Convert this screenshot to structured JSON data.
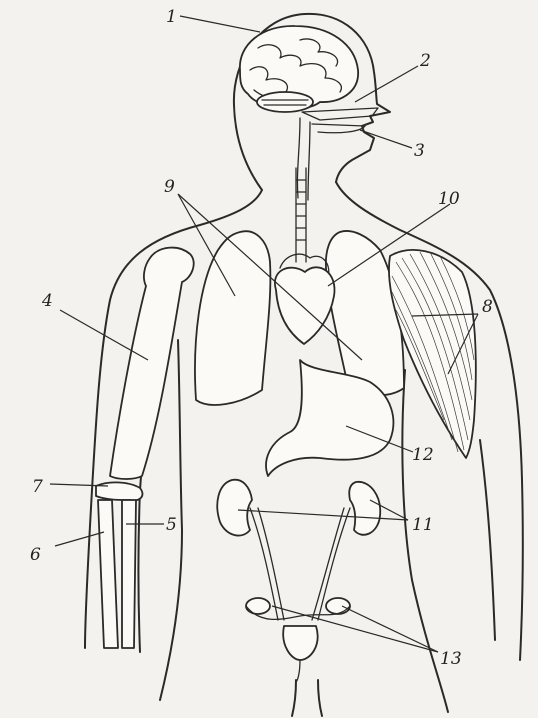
{
  "figure": {
    "background": "#f3f2ee",
    "stroke_color": "#2a2a2a",
    "labels": [
      {
        "id": "brain",
        "text": "1"
      },
      {
        "id": "nasal",
        "text": "2"
      },
      {
        "id": "mouth",
        "text": "3"
      },
      {
        "id": "humerus",
        "text": "4"
      },
      {
        "id": "ulna",
        "text": "5"
      },
      {
        "id": "radius",
        "text": "6"
      },
      {
        "id": "elbow",
        "text": "7"
      },
      {
        "id": "biceps",
        "text": "8"
      },
      {
        "id": "lungs",
        "text": "9"
      },
      {
        "id": "heart",
        "text": "10"
      },
      {
        "id": "kidneys",
        "text": "11"
      },
      {
        "id": "stomach",
        "text": "12"
      },
      {
        "id": "gonads",
        "text": "13"
      }
    ]
  }
}
